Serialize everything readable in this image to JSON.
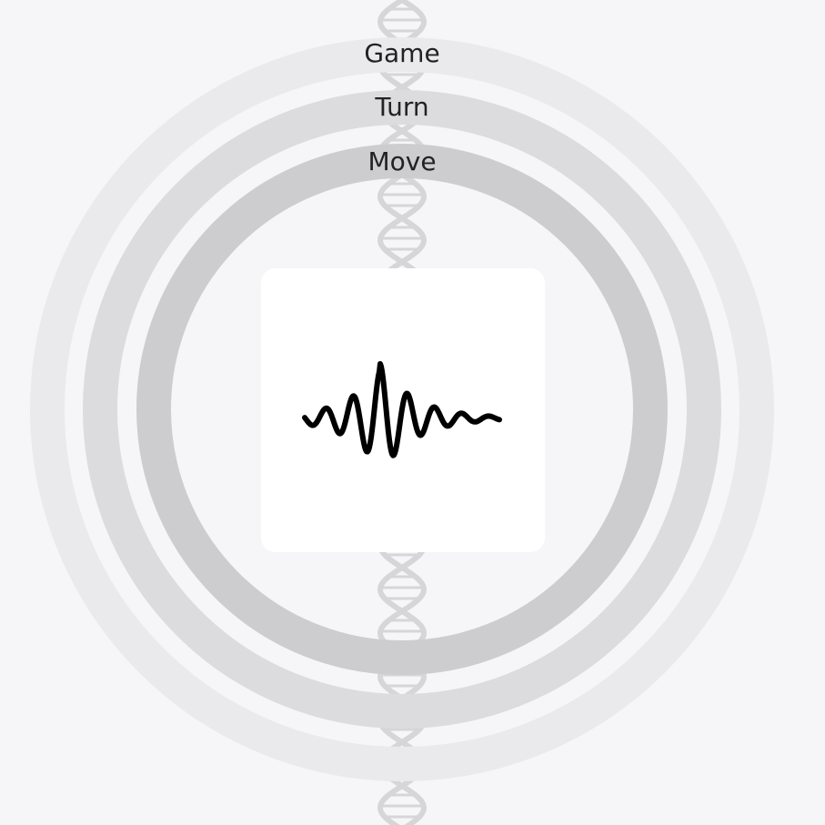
{
  "rings": [
    {
      "label": "Game"
    },
    {
      "label": "Turn"
    },
    {
      "label": "Move"
    }
  ],
  "center_card": {
    "icon": "waveform-icon"
  },
  "background": {
    "icon": "dna-helix-icon"
  },
  "colors": {
    "page_background": "#f6f6f8",
    "ring_game": "#eaeaec",
    "ring_turn": "#dcdcde",
    "ring_move": "#cdcdcf",
    "helix": "#d6d6d8",
    "card_background": "#ffffff",
    "waveform": "#000000",
    "label_text": "#222222"
  }
}
